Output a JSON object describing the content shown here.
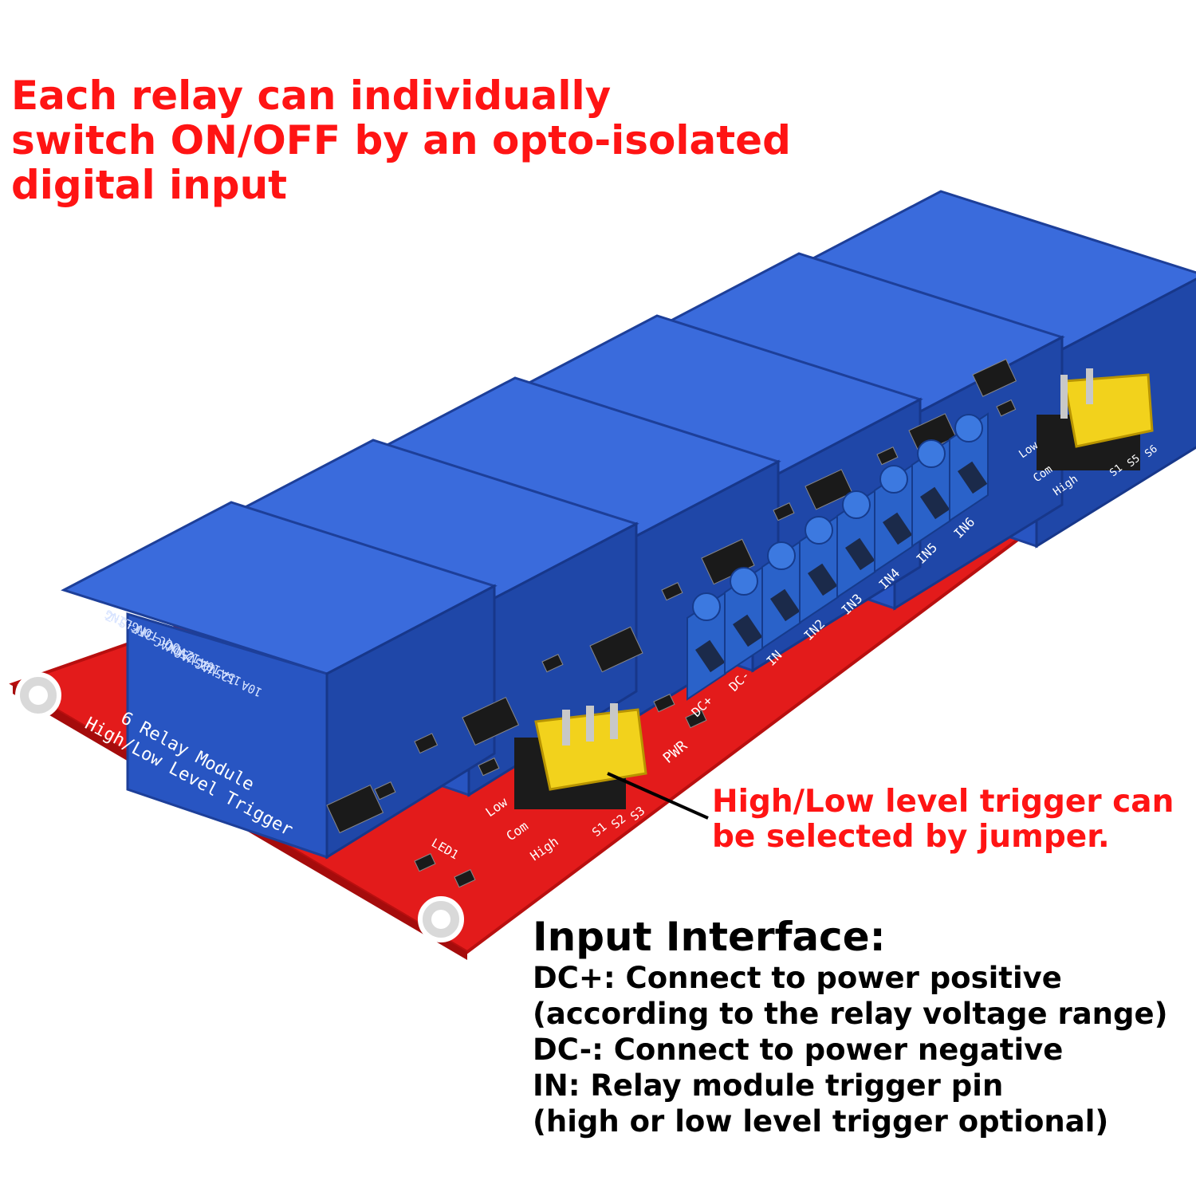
{
  "headline": {
    "lines": [
      "Each relay can individually",
      "switch ON/OFF by an opto-isolated",
      "digital input"
    ],
    "color": "#ff1414"
  },
  "board": {
    "pcb_color": "#e31b1b",
    "relay_color": "#2855c2",
    "jumper_color": "#f2d21c",
    "relay_count": 6,
    "relay_labels": [
      "TONGLING",
      "JQC-3FF-S-Z",
      "12VDC",
      "10A 250VAC",
      "15A 125VAC",
      "10A 125VAC"
    ],
    "silkscreen": {
      "module_name": "6 Relay Module",
      "module_sub": "High/Low Level Trigger",
      "power_led": "PWR",
      "led_label": "LED1",
      "jumper_rows": [
        "Low",
        "Com",
        "High"
      ],
      "jumper_cols": [
        "S1",
        "S2",
        "S3"
      ],
      "jumper_cols_right": [
        "S1",
        "S5",
        "S6"
      ],
      "terminal_pins": [
        "DC+",
        "DC-",
        "IN",
        "IN2",
        "IN3",
        "IN4",
        "IN5",
        "IN6"
      ]
    }
  },
  "callout": {
    "lines": [
      "High/Low level trigger can",
      "be selected by jumper."
    ]
  },
  "interface": {
    "title": "Input Interface:",
    "lines": [
      "DC+: Connect to power positive",
      "(according to the relay voltage range)",
      "DC-: Connect to power negative",
      "IN: Relay module trigger pin",
      "(high or low level trigger optional)"
    ]
  }
}
